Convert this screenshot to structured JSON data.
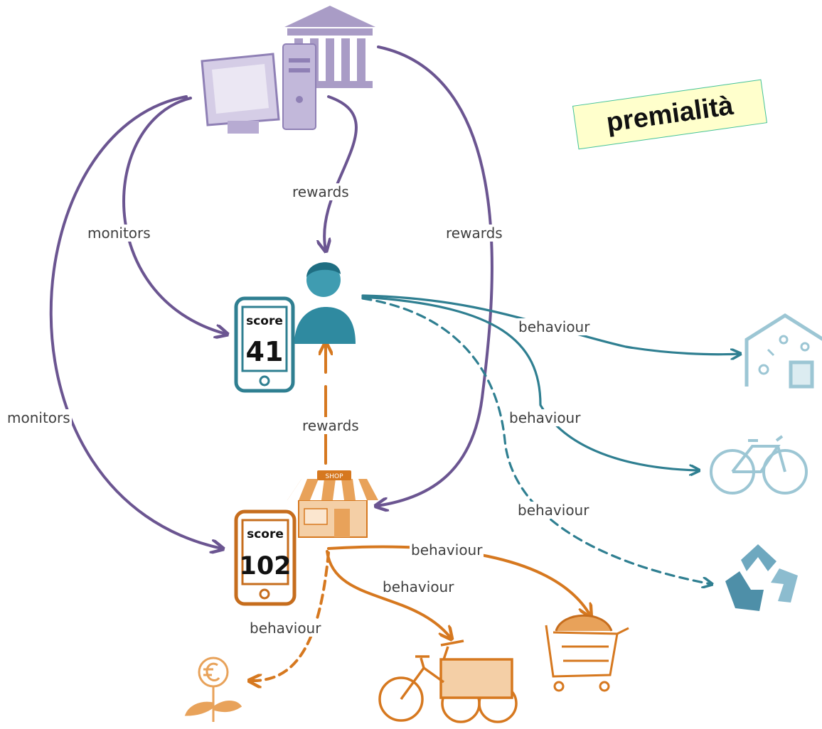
{
  "badge": {
    "text": "premialità"
  },
  "labels": {
    "monitors_top": "monitors",
    "monitors_left": "monitors",
    "rewards_top": "rewards",
    "rewards_right": "rewards",
    "rewards_shop": "rewards",
    "behaviour_home": "behaviour",
    "behaviour_bike": "behaviour",
    "behaviour_recycle": "behaviour",
    "behaviour_cart": "behaviour",
    "behaviour_cargo": "behaviour",
    "behaviour_ecolabel": "behaviour"
  },
  "phones": {
    "citizen": {
      "label": "score",
      "value": "41"
    },
    "shop": {
      "label": "score",
      "value": "102"
    }
  },
  "shop_sign": "SHOP",
  "colors": {
    "purple": "#6b5591",
    "purple_light": "#a99cc6",
    "teal": "#2f7f91",
    "teal_light": "#9cc6d4",
    "orange": "#d6781f",
    "orange_light": "#e8a25a"
  }
}
